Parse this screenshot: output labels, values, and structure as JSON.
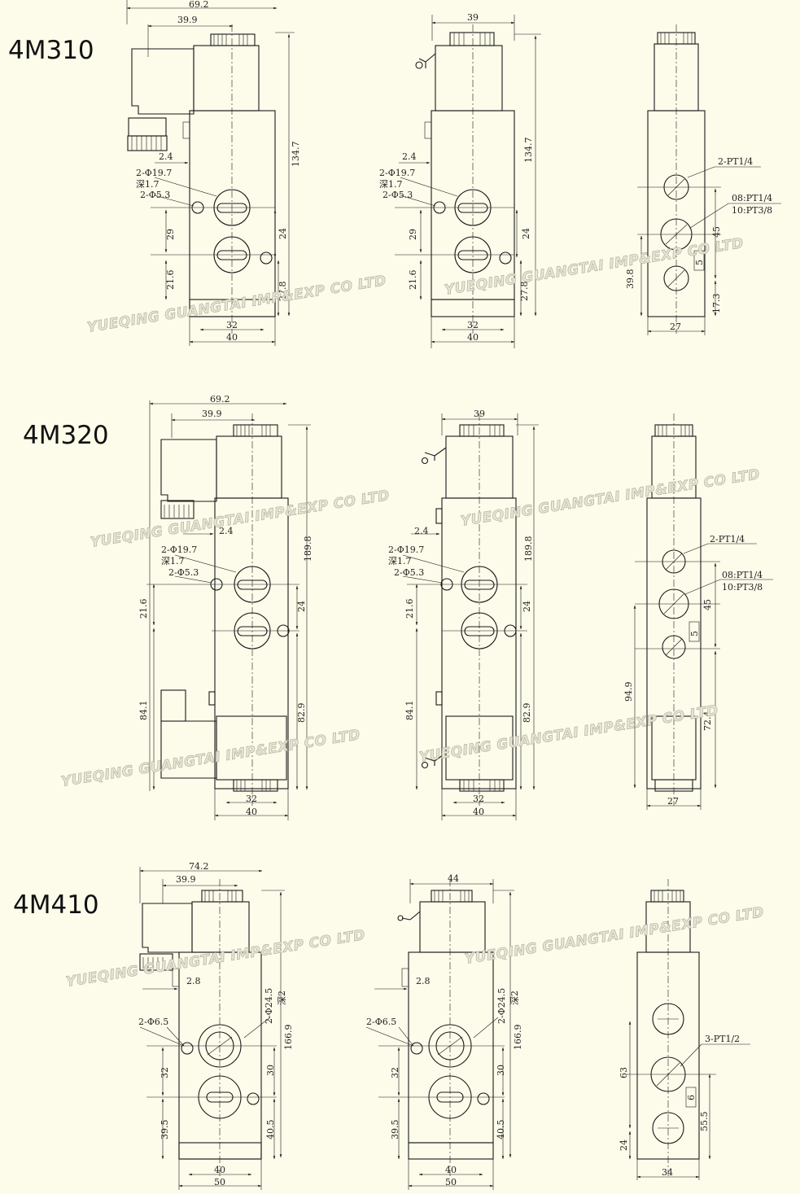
{
  "rows": [
    {
      "model": "4M310",
      "front": {
        "width_total": "69.2",
        "width_coil": "39.9",
        "height": "134.7",
        "offset": "2.4",
        "hole_large": "2-Φ19.7",
        "depth": "深1.7",
        "hole_small": "2-Φ5.3",
        "pitch": "29",
        "pitch_r": "24",
        "lower": "21.6",
        "lower_r": "27.8",
        "base_inner": "32",
        "base_outer": "40"
      },
      "side": {
        "width_top": "39",
        "height": "134.7",
        "offset": "2.4",
        "hole_large": "2-Φ19.7",
        "depth": "深1.7",
        "hole_small": "2-Φ5.3",
        "pitch": "29",
        "pitch_r": "24",
        "lower": "21.6",
        "lower_r": "27.8",
        "base_inner": "32",
        "base_outer": "40"
      },
      "end": {
        "port_a": "2-PT1/4",
        "port_b": "08:PT1/4",
        "port_c": "10:PT3/8",
        "d1": "45",
        "d2": "5",
        "d3": "39.8",
        "d4": "17.3",
        "width": "27"
      }
    },
    {
      "model": "4M320",
      "front": {
        "width_total": "69.2",
        "width_coil": "39.9",
        "height": "189.8",
        "offset": "2.4",
        "hole_large": "2-Φ19.7",
        "depth": "深1.7",
        "hole_small": "2-Φ5.3",
        "left_upper": "21.6",
        "pitch_r": "24",
        "left_lower": "84.1",
        "lower_r": "82.9",
        "base_inner": "32",
        "base_outer": "40"
      },
      "side": {
        "width_top": "39",
        "height": "189.8",
        "offset": "2.4",
        "hole_large": "2-Φ19.7",
        "depth": "深1.7",
        "hole_small": "2-Φ5.3",
        "left_upper": "21.6",
        "pitch_r": "24",
        "left_lower": "84.1",
        "lower_r": "82.9",
        "base_inner": "32",
        "base_outer": "40"
      },
      "end": {
        "port_a": "2-PT1/4",
        "port_b": "08:PT1/4",
        "port_c": "10:PT3/8",
        "d1": "45",
        "d2": "5",
        "d3": "94.9",
        "d4": "72.4",
        "width": "27"
      }
    },
    {
      "model": "4M410",
      "front": {
        "width_total": "74.2",
        "width_coil": "39.9",
        "height": "166.9",
        "offset": "2.8",
        "hole_large": "2-Φ24.5",
        "depth": "深2",
        "hole_small": "2-Φ6.5",
        "pitch": "32",
        "pitch_r": "30",
        "lower": "39.5",
        "lower_r": "40.5",
        "base_inner": "40",
        "base_outer": "50"
      },
      "side": {
        "width_top": "44",
        "height": "166.9",
        "offset": "2.8",
        "hole_large": "2-Φ24.5",
        "depth": "深2",
        "hole_small": "2-Φ6.5",
        "pitch": "32",
        "pitch_r": "30",
        "lower": "39.5",
        "lower_r": "40.5",
        "base_inner": "40",
        "base_outer": "50"
      },
      "end": {
        "port_a": "3-PT1/2",
        "d1": "63",
        "d2": "6",
        "d3": "55.5",
        "d4": "24",
        "width": "34"
      }
    }
  ],
  "watermark": "YUEQING GUANGTAI IMP&EXP CO LTD"
}
